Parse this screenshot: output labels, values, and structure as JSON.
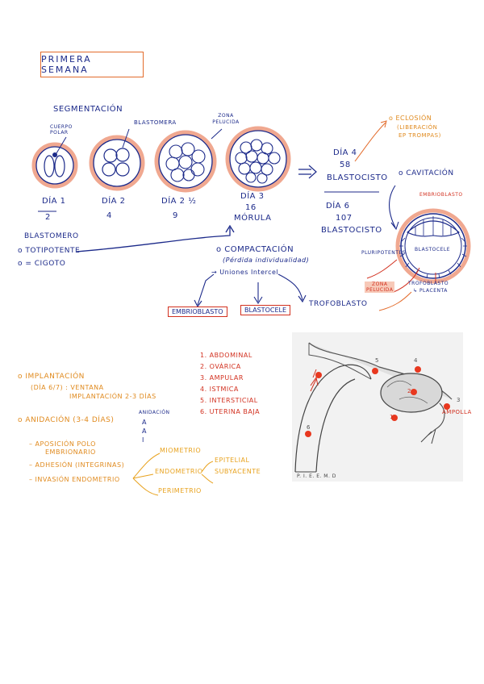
{
  "title": "PRIMERA SEMANA",
  "segmentation": {
    "heading": "SEGMENTACIÓN",
    "labels": {
      "corpus_polar": "CUERPO POLAR",
      "blastomera": "BLASTOMERA",
      "zona_pelucida": "ZONA PELUCIDA"
    },
    "stages": [
      {
        "day": "DÍA 1",
        "count": "2"
      },
      {
        "day": "DÍA 2",
        "count": "4"
      },
      {
        "day": "DÍA 2 ½",
        "count": "9"
      },
      {
        "day": "DÍA 3",
        "count": "16",
        "name": "MÓRULA"
      }
    ],
    "blastomero": "BLASTOMERO",
    "bullets": [
      "TOTIPOTENTE",
      "= CIGOTO"
    ]
  },
  "compaction": {
    "heading": "COMPACTACIÓN",
    "detail": "(Pérdida individualidad)",
    "unions": "Uniones Intercel",
    "boxes": [
      "EMBRIOBLASTO",
      "BLASTOCELE"
    ],
    "trofoblasto": "TROFOBLASTO"
  },
  "blastocyst": {
    "day4": "DÍA 4",
    "n58": "58",
    "label1": "BLASTOCISTO",
    "day6": "DÍA 6",
    "n107": "107",
    "label2": "BLASTOCISTO",
    "eclosion": "ECLOSIÓN",
    "eclosion_detail_1": "(LIBERACIÓN",
    "eclosion_detail_2": "EP TROMPAS)",
    "cavitacion": "CAVITACIÓN",
    "embrioblasto": "EMBRIOBLASTO",
    "blastocele": "BLASTOCELE",
    "pluripotentes": "PLURIPOTENTES",
    "zona_1": "ZONA",
    "zona_2": "PELUCIDA",
    "trofoblasto_1": "TROFOBLASTO",
    "trofoblasto_2": "PLACENTA"
  },
  "implantation": {
    "heading": "IMPLANTACIÓN",
    "line1": "(DÍA 6/7) : VENTANA",
    "line2": "IMPLANTACIÓN 2-3 DÍAS"
  },
  "nidation": {
    "heading": "ANIDACIÓN (3-4 DÍAS)",
    "letters_heading": "ANIDACIÓN",
    "letters": [
      "A",
      "A",
      "I"
    ],
    "items": [
      "APOSICIÓN POLO",
      "EMBRIONARIO",
      "ADHESIÓN (INTEGRINAS)",
      "INVASIÓN ENDOMETRIO"
    ],
    "layers": [
      "MIOMETRIO",
      "ENDOMETRIO",
      "PERIMETRIO"
    ],
    "sublayers": [
      "EPITELIAL",
      "SUBYACENTE"
    ]
  },
  "locations": [
    "1. ABDOMINAL",
    "2. OVÁRICA",
    "3. AMPULAR",
    "4. ISTMICA",
    "5. INTERSTICIAL",
    "6. UTERINA BAJA"
  ],
  "figure": {
    "ampolla": "AMPOLLA",
    "numbers": [
      "1",
      "2",
      "3",
      "4",
      "5",
      "6"
    ],
    "caption": "P. I. E. E. M. D"
  }
}
